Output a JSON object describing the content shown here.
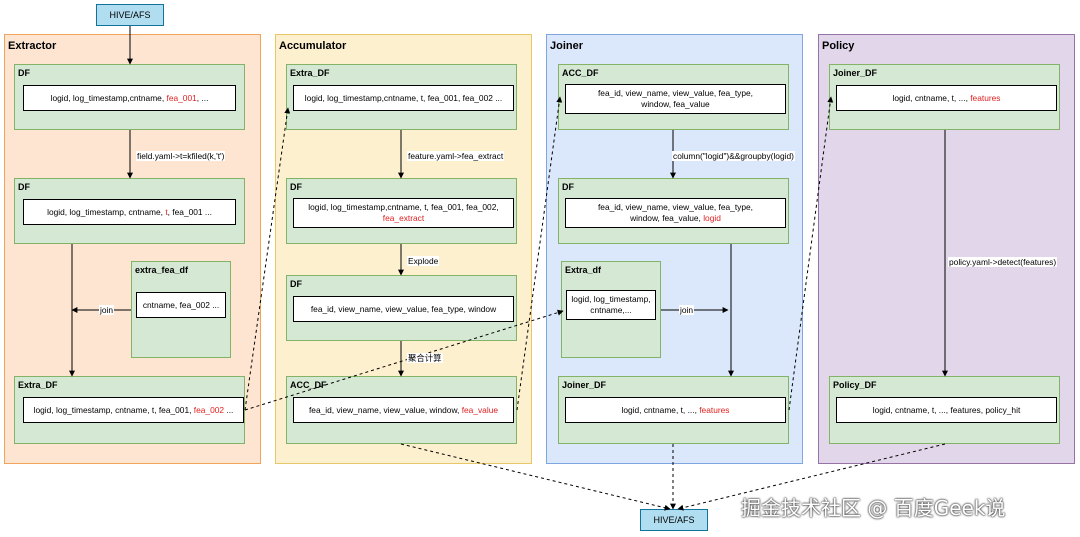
{
  "hive_top": "HIVE/AFS",
  "hive_bottom": "HIVE/AFS",
  "lanes": {
    "extractor": "Extractor",
    "accumulator": "Accumulator",
    "joiner": "Joiner",
    "policy": "Policy"
  },
  "extractor": {
    "df1": {
      "title": "DF",
      "pre": "logid, log_timestamp,cntname, ",
      "red": "fea_001",
      "post": ", ..."
    },
    "df2": {
      "title": "DF",
      "pre": "logid, log_timestamp, cntname, ",
      "red": "t",
      "post": ", fea_001 ..."
    },
    "extra_fea_df": {
      "title": "extra_fea_df",
      "text": "cntname, fea_002 ..."
    },
    "extra_df": {
      "title": "Extra_DF",
      "pre": "logid, log_timestamp, cntname, t, fea_001, ",
      "red": "fea_002",
      "post": " ..."
    },
    "edge_field": "field.yaml->t=kfiled(k,'t')",
    "edge_join": "join"
  },
  "accumulator": {
    "extra_df": {
      "title": "Extra_DF",
      "text": "logid, log_timestamp,cntname, t, fea_001, fea_002 ..."
    },
    "df1": {
      "title": "DF",
      "line1": "logid, log_timestamp,cntname, t, fea_001, fea_002,",
      "red": "fea_extract"
    },
    "df2": {
      "title": "DF",
      "text": "fea_id, view_name, view_value, fea_type, window"
    },
    "acc_df": {
      "title": "ACC_DF",
      "pre": "fea_id, view_name, view_value, window, ",
      "red": "fea_value"
    },
    "edge_feature": "feature.yaml->fea_extract",
    "edge_explode": "Explode",
    "edge_agg": "聚合计算"
  },
  "joiner": {
    "acc_df": {
      "title": "ACC_DF",
      "line1": "fea_id, view_name, view_value, fea_type,",
      "line2": "window, fea_value"
    },
    "df": {
      "title": "DF",
      "line1": "fea_id, view_name, view_value, fea_type,",
      "line2_pre": "window, fea_value, ",
      "red": "logid"
    },
    "extra_df": {
      "title": "Extra_df",
      "line1": "logid, log_timestamp,",
      "line2": "cntname,..."
    },
    "joiner_df": {
      "title": "Joiner_DF",
      "pre": "logid, cntname, t, ..., ",
      "red": "features"
    },
    "edge_group": "column(\"logid\")&&groupby(logid)",
    "edge_join": "join"
  },
  "policy": {
    "joiner_df": {
      "title": "Joiner_DF",
      "pre": "logid, cntname, t, ..., ",
      "red": "features"
    },
    "policy_df": {
      "title": "Policy_DF",
      "text": "logid, cntname, t, ..., features, policy_hit"
    },
    "edge_detect": "policy.yaml->detect(features)"
  },
  "watermark": "掘金技术社区 @ 百度Geek说",
  "colors": {
    "extractor_fill": "#fde5d2",
    "extractor_stroke": "#f0a35a",
    "accumulator_fill": "#fdf0cf",
    "accumulator_stroke": "#e8c66a",
    "joiner_fill": "#dbe8fb",
    "joiner_stroke": "#7ea6e0",
    "policy_fill": "#e2d6ea",
    "policy_stroke": "#9673a6",
    "df_fill": "#d5e8d4",
    "df_stroke": "#82b366",
    "hive_fill": "#b1ddf0",
    "hive_stroke": "#10739e",
    "highlight": "#e02020"
  }
}
